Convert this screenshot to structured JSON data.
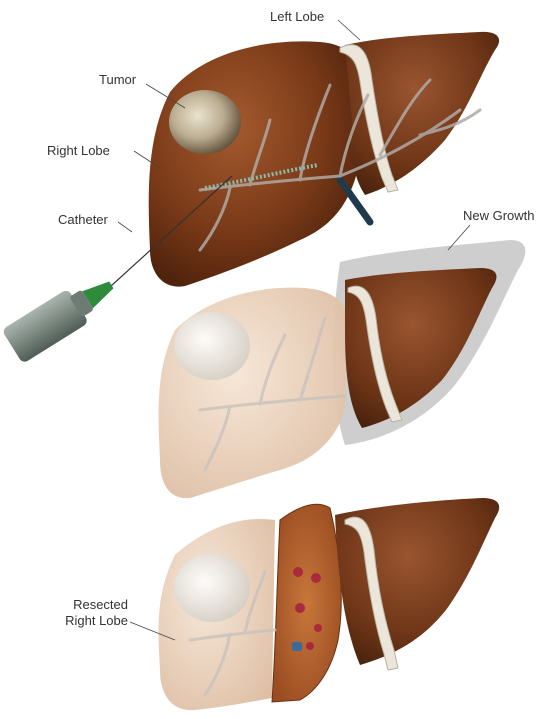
{
  "labels": {
    "left_lobe": "Left Lobe",
    "tumor": "Tumor",
    "right_lobe": "Right Lobe",
    "catheter": "Catheter",
    "new_growth": "New Growth",
    "resected_line1": "Resected",
    "resected_line2": "Right Lobe"
  },
  "colors": {
    "liver_dark": "#6e3414",
    "liver_mid": "#9a5128",
    "liver_pale": "#ecd3bc",
    "tumor": "#b9ad94",
    "vessel": "#a7a3a0",
    "ligament": "#e8e2d6",
    "syringe": "#7f8c85",
    "needle": "#2e8b3b",
    "shadow": "#c9c9c9",
    "resection_surface": "#b8602a"
  }
}
